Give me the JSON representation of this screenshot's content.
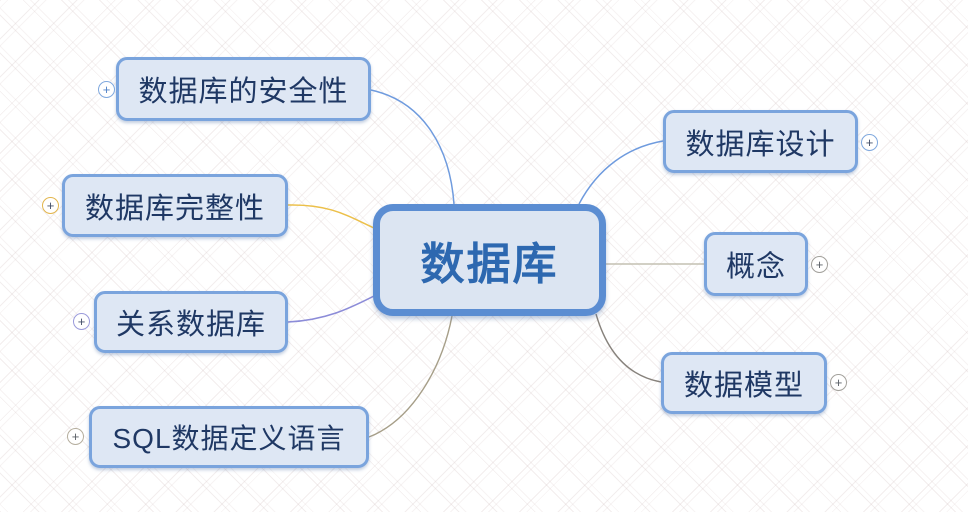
{
  "mindmap": {
    "root": {
      "label": "数据库"
    },
    "topics": {
      "security": {
        "label": "数据库的安全性",
        "side": "left",
        "line_color": "#6f9bde",
        "icon_color": "#7fa8de",
        "plus_color": "#4f81c7"
      },
      "integrity": {
        "label": "数据库完整性",
        "side": "left",
        "line_color": "#ecc04a",
        "icon_color": "#e3b64d",
        "plus_color": "#44506a"
      },
      "relational": {
        "label": "关系数据库",
        "side": "left",
        "line_color": "#8c8cd8",
        "icon_color": "#9a9adb",
        "plus_color": "#44506a"
      },
      "sql_ddl": {
        "label": "SQL数据定义语言",
        "side": "left",
        "line_color": "#a69e88",
        "icon_color": "#b5ae9e",
        "plus_color": "#5a5f66"
      },
      "design": {
        "label": "数据库设计",
        "side": "right",
        "line_color": "#6f9bde",
        "icon_color": "#7fa8de",
        "plus_color": "#44506a"
      },
      "concept": {
        "label": "概念",
        "side": "right",
        "line_color": "#c4c0b2",
        "icon_color": "#a2a09b",
        "plus_color": "#5a5f66"
      },
      "data_model": {
        "label": "数据模型",
        "side": "right",
        "line_color": "#87827c",
        "icon_color": "#a2a09b",
        "plus_color": "#5a5f66"
      }
    },
    "expand_icon_glyph": "+",
    "style": {
      "central_border": "#5b8dd2",
      "central_fill": "#dce5f2",
      "central_text": "#2d68b0",
      "topic_border": "#7aa4dd",
      "topic_fill": "#dee7f4",
      "topic_text": "#1f3864"
    }
  }
}
